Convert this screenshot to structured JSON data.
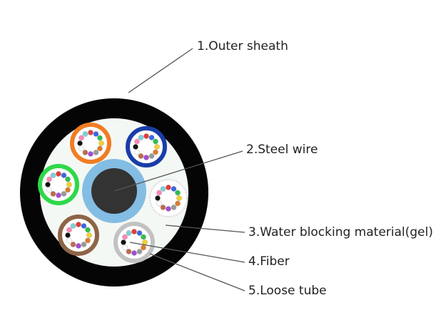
{
  "labels": {
    "outer_sheath": "1.Outer sheath",
    "steel_wire": "2.Steel wire",
    "water_blocking": "3.Water blocking material(gel)",
    "fiber": "4.Fiber",
    "loose_tube": "5.Loose tube"
  },
  "colors": {
    "sheath": "#050505",
    "gel": "#f4f8f4",
    "steel_wire_core": "#333333",
    "steel_wire_jacket": "#84bde4",
    "leader_line": "#555555",
    "tube_colors": [
      "#f07d24",
      "#1a3da8",
      "#2fd84a",
      "#d8d8d8",
      "#c2c2c2",
      "#8e6448"
    ],
    "fiber_colors": [
      "#e63a3a",
      "#3a66e6",
      "#2fbf4a",
      "#f2d02a",
      "#e07a2a",
      "#9a9a9a",
      "#a54bd6",
      "#c06a4a",
      "#ffffff",
      "#111111",
      "#ff87b5",
      "#7fd0d8"
    ]
  }
}
